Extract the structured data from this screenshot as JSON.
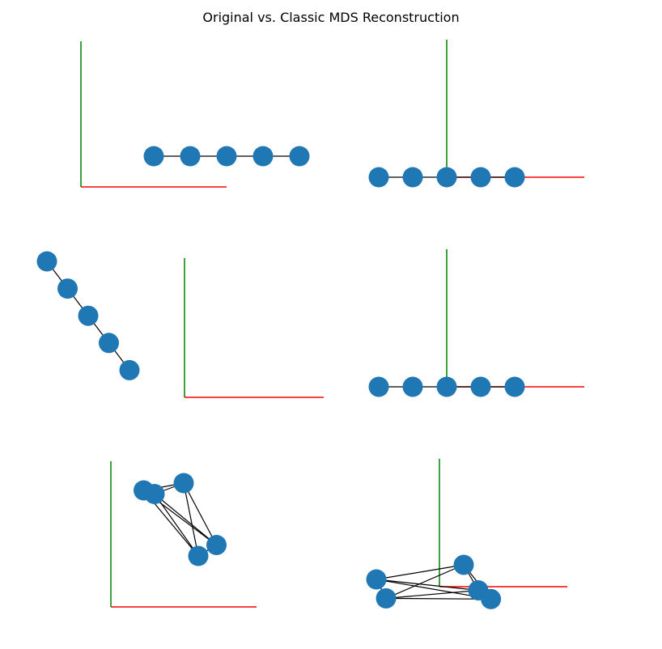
{
  "title": "Original vs. Classic MDS Reconstruction",
  "colors": {
    "node": "#1f77b4",
    "edge": "#000000",
    "x_axis": "#ff0000",
    "y_axis": "#008000"
  },
  "chart_data": [
    {
      "type": "scatter",
      "panel": "top-left",
      "nodes": [
        {
          "x": 1,
          "y": 2
        },
        {
          "x": 1.5,
          "y": 2
        },
        {
          "x": 2,
          "y": 2
        },
        {
          "x": 2.5,
          "y": 2
        },
        {
          "x": 3,
          "y": 2
        }
      ],
      "edges": [
        [
          0,
          1
        ],
        [
          1,
          2
        ],
        [
          2,
          3
        ],
        [
          3,
          4
        ]
      ]
    },
    {
      "type": "scatter",
      "panel": "top-right",
      "nodes": [
        {
          "x": -1,
          "y": 0
        },
        {
          "x": -0.5,
          "y": 0
        },
        {
          "x": 0,
          "y": 0
        },
        {
          "x": 0.5,
          "y": 0
        },
        {
          "x": 1,
          "y": 0
        }
      ],
      "edges": [
        [
          0,
          1
        ],
        [
          1,
          2
        ],
        [
          2,
          3
        ],
        [
          3,
          4
        ]
      ]
    },
    {
      "type": "scatter",
      "panel": "middle-left",
      "nodes": [
        {
          "x": -2,
          "y": 2
        },
        {
          "x": -1.7,
          "y": 1.6
        },
        {
          "x": -1.4,
          "y": 1.2
        },
        {
          "x": -1.1,
          "y": 0.8
        },
        {
          "x": -0.8,
          "y": 0.4
        }
      ],
      "edges": [
        [
          0,
          1
        ],
        [
          1,
          2
        ],
        [
          2,
          3
        ],
        [
          3,
          4
        ]
      ]
    },
    {
      "type": "scatter",
      "panel": "middle-right",
      "nodes": [
        {
          "x": -1,
          "y": 0
        },
        {
          "x": -0.5,
          "y": 0
        },
        {
          "x": 0,
          "y": 0
        },
        {
          "x": 0.5,
          "y": 0
        },
        {
          "x": 1,
          "y": 0
        }
      ],
      "edges": [
        [
          0,
          1
        ],
        [
          1,
          2
        ],
        [
          2,
          3
        ],
        [
          3,
          4
        ]
      ]
    },
    {
      "type": "scatter",
      "panel": "bottom-left",
      "nodes": [
        {
          "x": 0.45,
          "y": 1.6
        },
        {
          "x": 0.6,
          "y": 1.55
        },
        {
          "x": 1.0,
          "y": 1.7
        },
        {
          "x": 1.45,
          "y": 0.85
        },
        {
          "x": 1.2,
          "y": 0.7
        }
      ],
      "edges": [
        [
          0,
          1
        ],
        [
          0,
          2
        ],
        [
          0,
          3
        ],
        [
          0,
          4
        ],
        [
          1,
          2
        ],
        [
          1,
          3
        ],
        [
          1,
          4
        ],
        [
          2,
          3
        ],
        [
          2,
          4
        ],
        [
          3,
          4
        ]
      ]
    },
    {
      "type": "scatter",
      "panel": "bottom-right",
      "nodes": [
        {
          "x": -0.65,
          "y": 0.1
        },
        {
          "x": -0.55,
          "y": -0.16
        },
        {
          "x": 0.25,
          "y": 0.3
        },
        {
          "x": 0.4,
          "y": -0.05
        },
        {
          "x": 0.53,
          "y": -0.17
        }
      ],
      "edges": [
        [
          0,
          1
        ],
        [
          0,
          2
        ],
        [
          0,
          3
        ],
        [
          0,
          4
        ],
        [
          1,
          2
        ],
        [
          1,
          3
        ],
        [
          1,
          4
        ],
        [
          2,
          3
        ],
        [
          2,
          4
        ],
        [
          3,
          4
        ]
      ]
    }
  ]
}
